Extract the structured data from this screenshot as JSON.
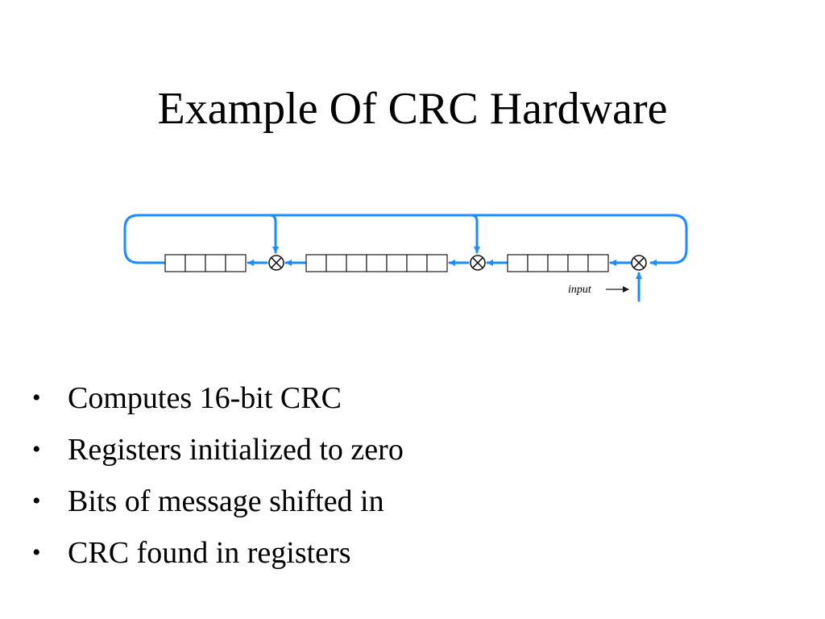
{
  "slide": {
    "title": "Example Of CRC Hardware"
  },
  "diagram": {
    "input_label": "input",
    "wire_color": "#1a8cff",
    "register_groups": [
      {
        "name": "left-register",
        "cells": 4
      },
      {
        "name": "middle-register",
        "cells": 7
      },
      {
        "name": "right-register",
        "cells": 5
      }
    ],
    "xor_gates": 3
  },
  "bullets": [
    {
      "marker": "•",
      "text": "Computes 16-bit CRC"
    },
    {
      "marker": "•",
      "text": "Registers initialized to zero"
    },
    {
      "marker": "•",
      "text": "Bits of message shifted in"
    },
    {
      "marker": "•",
      "text": "CRC found in registers"
    }
  ]
}
